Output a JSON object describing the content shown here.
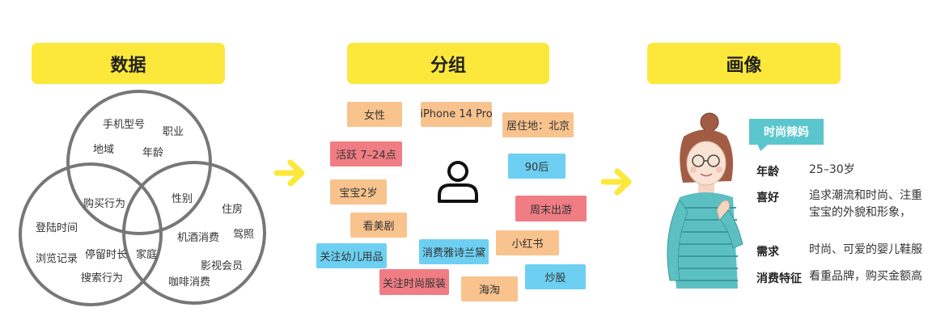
{
  "headers": {
    "data": "数据",
    "group": "分组",
    "persona": "画像"
  },
  "venn": {
    "top": [
      "手机型号",
      "职业",
      "地域",
      "年龄"
    ],
    "top_left": "购买行为",
    "top_right": "性别",
    "left": [
      "登陆时间",
      "浏览记录",
      "停留时长",
      "搜索行为"
    ],
    "bottom_center": "家庭",
    "right": [
      "住房",
      "驾照",
      "机酒消费",
      "影视会员",
      "咖啡消费"
    ]
  },
  "tags": [
    {
      "text": "女性",
      "color": "orange"
    },
    {
      "text": "iPhone 14 Pro",
      "color": "orange"
    },
    {
      "text": "居住地：北京",
      "color": "orange"
    },
    {
      "text": "活跃 7–24点",
      "color": "red"
    },
    {
      "text": "90后",
      "color": "blue"
    },
    {
      "text": "宝宝2岁",
      "color": "orange"
    },
    {
      "text": "周末出游",
      "color": "red"
    },
    {
      "text": "看美剧",
      "color": "orange"
    },
    {
      "text": "小红书",
      "color": "orange"
    },
    {
      "text": "关注幼儿用品",
      "color": "blue"
    },
    {
      "text": "消费雅诗兰黛",
      "color": "blue"
    },
    {
      "text": "炒股",
      "color": "blue"
    },
    {
      "text": "关注时尚服装",
      "color": "red"
    },
    {
      "text": "海淘",
      "color": "orange"
    }
  ],
  "persona": {
    "badge": "时尚辣妈",
    "rows": [
      {
        "label": "年龄",
        "value": "25–30岁"
      },
      {
        "label": "喜好",
        "value": "追求潮流和时尚、注重宝宝的外貌和形象，"
      },
      {
        "label": "需求",
        "value": "时尚、可爱的婴儿鞋服"
      },
      {
        "label": "消费特征",
        "value": "看重品牌，购买金额高"
      }
    ]
  },
  "colors": {
    "header_yellow": "#FCE83A",
    "arrow_yellow": "#FCE83A",
    "tag_orange": "#F9C38E",
    "tag_red": "#F07D84",
    "tag_blue": "#6DD0F2",
    "badge_teal": "#5BC6CD",
    "circle_gray": "#777777"
  },
  "icons": [
    "user-icon",
    "arrow-right-icon",
    "woman-illustration"
  ]
}
